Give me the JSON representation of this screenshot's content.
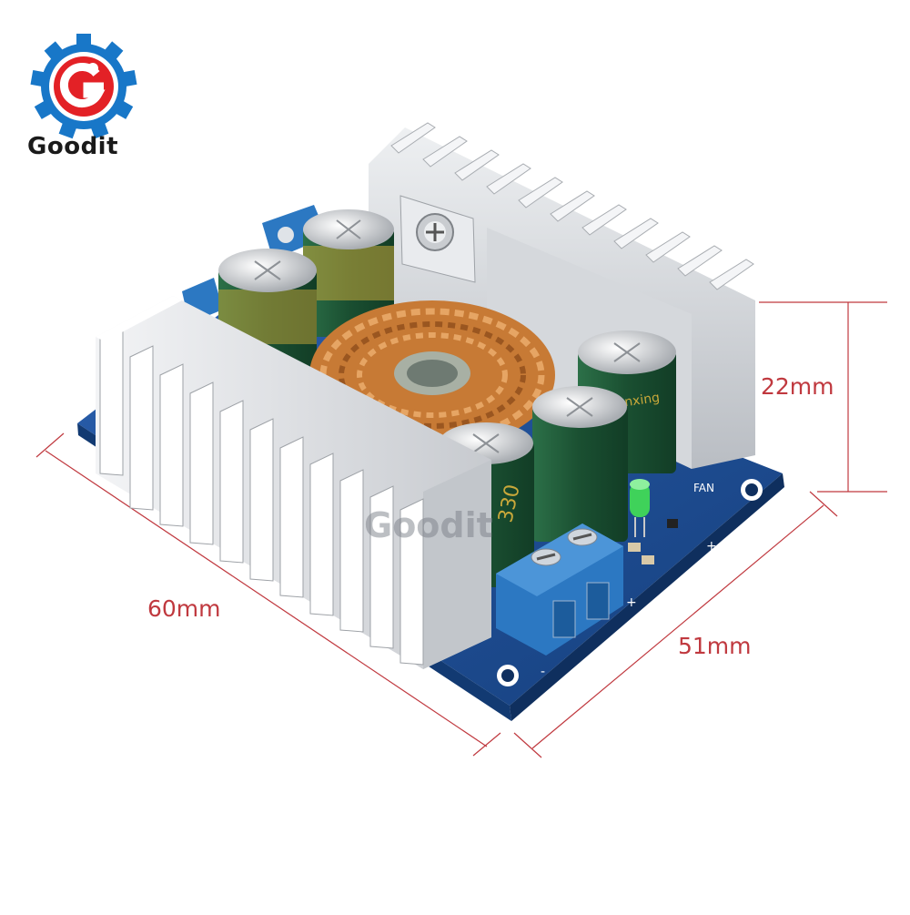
{
  "brand": {
    "name": "Goodit",
    "watermark": "Goodit",
    "logo_icon": "gear-g-logo-icon",
    "colors": {
      "red": "#e32126",
      "blue": "#1877c8"
    }
  },
  "dimensions": {
    "height_label": "22mm",
    "length_label": "60mm",
    "width_label": "51mm",
    "line_color": "#c0393f"
  },
  "board_markings": {
    "fan": "FAN",
    "plus": "+",
    "minus": "-",
    "capacitor_brand": "Chenxing",
    "capacitor_value": "330"
  },
  "colors": {
    "pcb": "#1e4f9a",
    "heatsink": "#d8dadd",
    "capacitor": "#1f5e3a",
    "copper": "#c77a35",
    "terminal": "#2c78c2",
    "led": "#3fd25a"
  }
}
